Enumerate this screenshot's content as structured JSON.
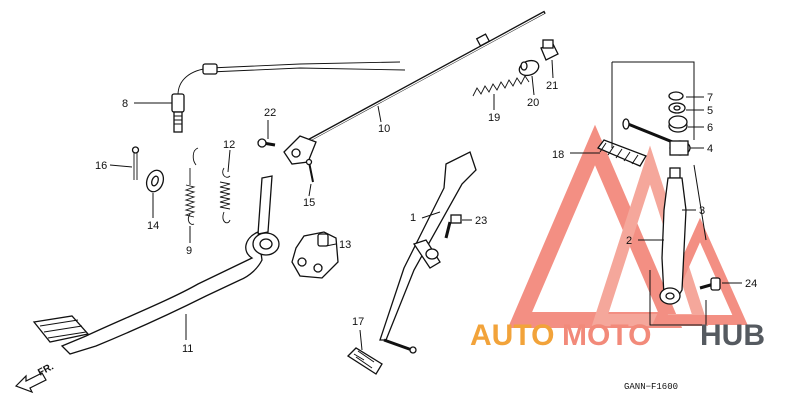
{
  "diagram": {
    "code": "GANN−F1600",
    "direction_label": "FR.",
    "watermark": {
      "part1": "AUTO",
      "part2": "MOTO",
      "part3": "HUB"
    },
    "callouts": [
      {
        "id": "c1",
        "label": "1"
      },
      {
        "id": "c2",
        "label": "2"
      },
      {
        "id": "c3",
        "label": "3"
      },
      {
        "id": "c4",
        "label": "4"
      },
      {
        "id": "c5",
        "label": "5"
      },
      {
        "id": "c6",
        "label": "6"
      },
      {
        "id": "c7",
        "label": "7"
      },
      {
        "id": "c8",
        "label": "8"
      },
      {
        "id": "c9",
        "label": "9"
      },
      {
        "id": "c10",
        "label": "10"
      },
      {
        "id": "c11",
        "label": "11"
      },
      {
        "id": "c12",
        "label": "12"
      },
      {
        "id": "c13",
        "label": "13"
      },
      {
        "id": "c14",
        "label": "14"
      },
      {
        "id": "c15",
        "label": "15"
      },
      {
        "id": "c16",
        "label": "16"
      },
      {
        "id": "c17",
        "label": "17"
      },
      {
        "id": "c18",
        "label": "18"
      },
      {
        "id": "c19",
        "label": "19"
      },
      {
        "id": "c20",
        "label": "20"
      },
      {
        "id": "c21",
        "label": "21"
      },
      {
        "id": "c22",
        "label": "22"
      },
      {
        "id": "c23",
        "label": "23"
      },
      {
        "id": "c24",
        "label": "24"
      }
    ]
  }
}
